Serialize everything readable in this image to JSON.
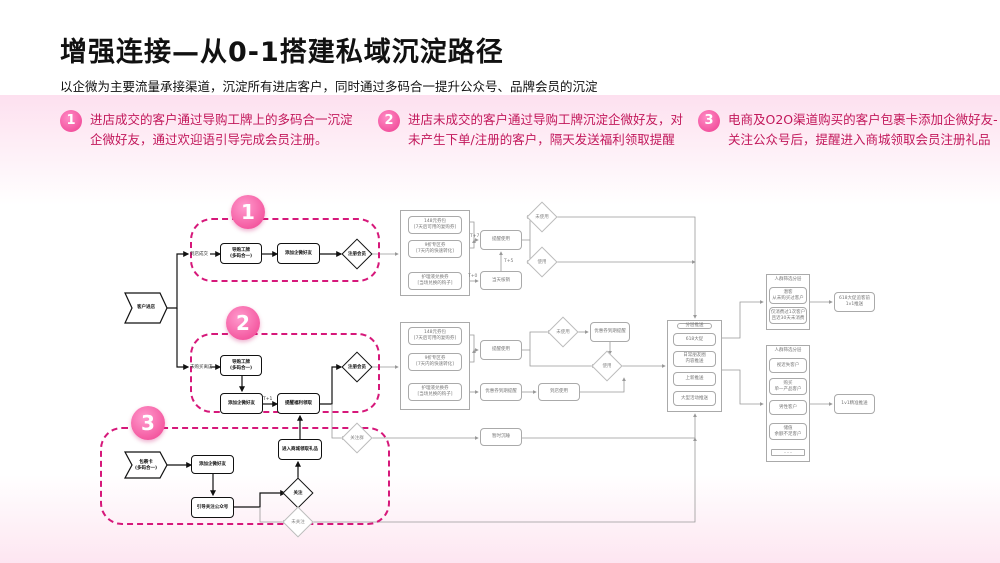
{
  "title": "增强连接—从0-1搭建私域沉淀路径",
  "subtitle": "以企微为主要流量承接渠道，沉淀所有进店客户，同时通过多码合一提升公众号、品牌会员的沉淀",
  "points": [
    {
      "num": "1",
      "text": "进店成交的客户通过导购工牌上的多码合一沉淀企微好友，通过欢迎语引导完成会员注册。"
    },
    {
      "num": "2",
      "text": "进店未成交的客户通过导购工牌沉淀企微好友，对未产生下单/注册的客户，隔天发送福利领取提醒"
    },
    {
      "num": "3",
      "text": "电商及O2O渠道购买的客户包裹卡添加企微好友-关注公众号后，提醒进入商城领取会员注册礼品"
    }
  ],
  "flow": {
    "entry": "客户进店",
    "bought": "到店成交",
    "not_bought": "未购买离店",
    "badge": "导购工牌\n(多码合一)",
    "add_wecom": "添加企微好友",
    "register": "注册会员",
    "remind_gift": "提醒福利领取",
    "t1": "T+1",
    "join_group": "关注群",
    "package_card": "包裹卡\n(多码合一)",
    "guide_follow": "引导关注公众号",
    "follow": "关注",
    "not_follow": "未关注",
    "enter_mall": "进入商城领取礼品",
    "coupons": [
      "148元券包\n[7天后可用的复购券]",
      "9折专区券\n[7天内的快速转化]",
      "护理液兑换券\n[当场兑换的钩子]"
    ],
    "remind_use": "提醒使用",
    "same_day": "当天核销",
    "unused": "未使用",
    "used": "使用",
    "t7": "T+7",
    "t5": "T+5",
    "t0": "T+0",
    "coupon_expire": "优惠券到期提醒",
    "store_use": "到店使用",
    "dormant": "暂时沉睡",
    "push_title": "分层推送",
    "push_items": [
      "618大促",
      "日常朋友圈\n内容推送",
      "上新推送",
      "大型活动推送"
    ],
    "crowd_title": "人群筛选分层",
    "crowd1": [
      "潜客\n从未购买过客户",
      "仅消费过1次客户\n且近30天未消费"
    ],
    "crowd2": [
      "视近失客户",
      "购买\n单一产品客户",
      "男性客户",
      "储值\n余额不足客户",
      "……"
    ],
    "out1": "618大促追客前\n1v1推送",
    "out2": "1v1精准推送"
  }
}
